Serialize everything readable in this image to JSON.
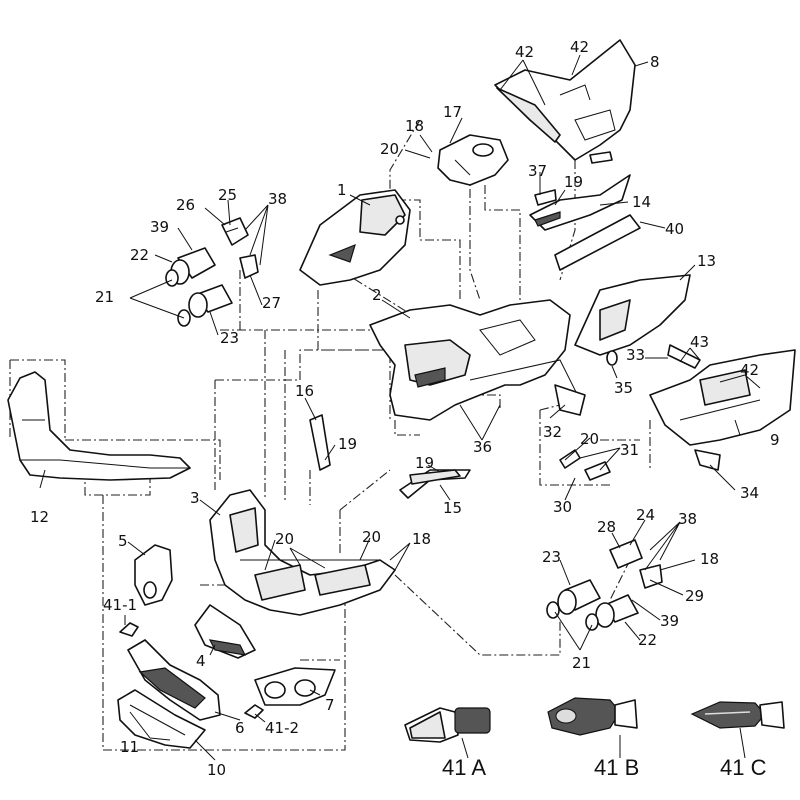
{
  "labels": {
    "l42a": "42",
    "l42b": "42",
    "l8": "8",
    "l17": "17",
    "l18a": "18",
    "l20a": "20",
    "l1": "1",
    "l37": "37",
    "l19a": "19",
    "l14": "14",
    "l40": "40",
    "l25": "25",
    "l26": "26",
    "l38a": "38",
    "l39a": "39",
    "l22a": "22",
    "l21a": "21",
    "l27": "27",
    "l23a": "23",
    "l2": "2",
    "l13": "13",
    "l43": "43",
    "l33": "33",
    "l42c": "42",
    "l35": "35",
    "l9": "9",
    "l16": "16",
    "l19b": "19",
    "l36": "36",
    "l32": "32",
    "l20b": "20",
    "l31": "31",
    "l19c": "19",
    "l15": "15",
    "l30": "30",
    "l34": "34",
    "l12": "12",
    "l3": "3",
    "l5": "5",
    "l20c": "20",
    "l20d": "20",
    "l18b": "18",
    "l41-1": "41-1",
    "l4": "4",
    "l7": "7",
    "l41-2": "41-2",
    "l6": "6",
    "l11": "11",
    "l10": "10",
    "l23b": "23",
    "l28": "28",
    "l24": "24",
    "l38b": "38",
    "l18c": "18",
    "l29": "29",
    "l39b": "39",
    "l22b": "22",
    "l21b": "21"
  },
  "variants": {
    "a": "41 A",
    "b": "41 B",
    "c": "41 C"
  },
  "colors": {
    "ink": "#111111",
    "background": "#ffffff"
  }
}
